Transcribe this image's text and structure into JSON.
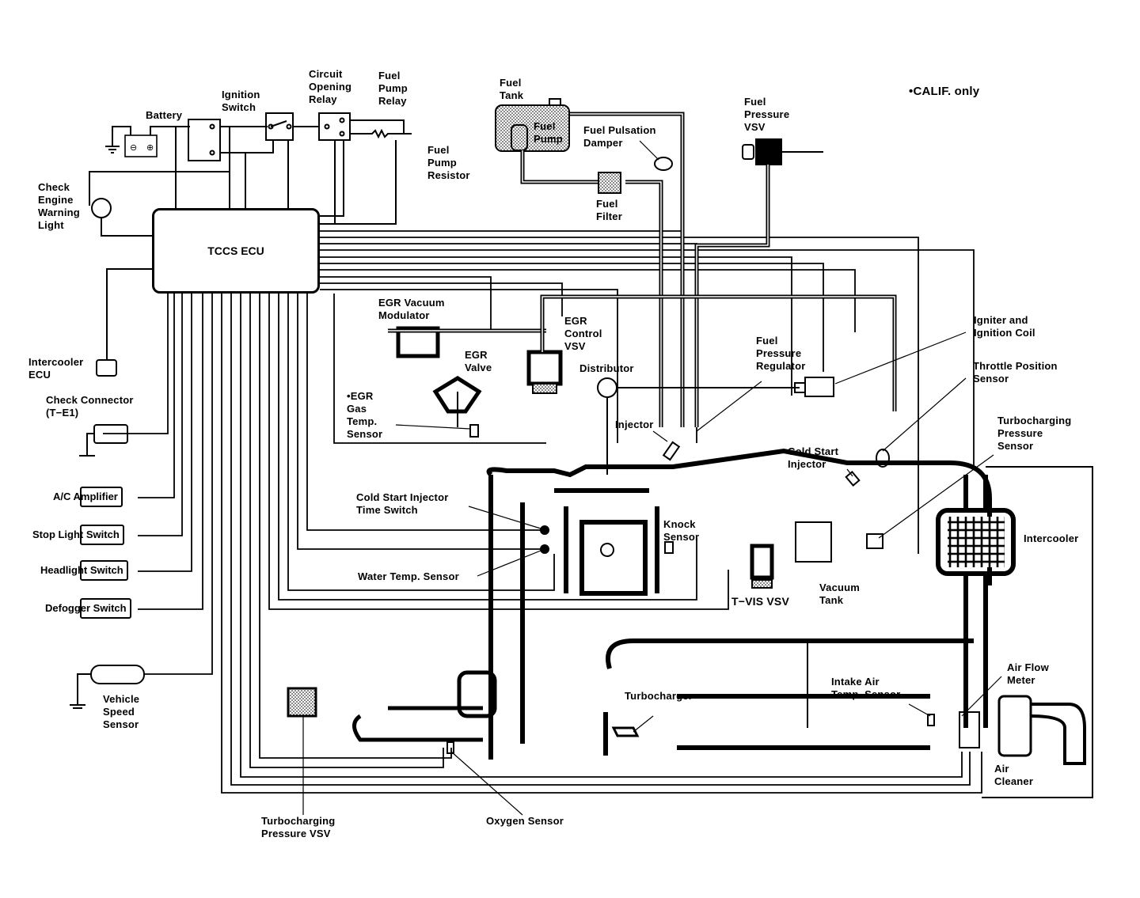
{
  "diagram": {
    "title": "TCCS Engine Control System Diagram",
    "note": "•CALIF. only",
    "ecu": {
      "label": "TCCS ECU"
    },
    "power_circuit": {
      "battery": "Battery",
      "ignition_switch": "Ignition\nSwitch",
      "circuit_opening_relay": "Circuit\nOpening\nRelay",
      "fuel_pump_relay": "Fuel\nPump\nRelay",
      "fuel_pump_resistor": "Fuel\nPump\nResistor",
      "check_engine_light": "Check\nEngine\nWarning\nLight"
    },
    "fuel_system": {
      "fuel_tank": "Fuel\nTank",
      "fuel_pump": "Fuel\nPump",
      "fuel_pulsation_damper": "Fuel Pulsation\nDamper",
      "fuel_filter": "Fuel\nFilter",
      "fuel_pressure_vsv": "Fuel\nPressure\nVSV",
      "fuel_pressure_regulator": "Fuel\nPressure\nRegulator",
      "injector": "Injector",
      "cold_start_injector": "Cold Start\nInjector"
    },
    "inputs_left": {
      "intercooler_ecu": "Intercooler\nECU",
      "check_connector": "Check Connector\n(T−E1)",
      "switches": [
        {
          "label": "A/C Amplifier"
        },
        {
          "label": "Stop Light Switch"
        },
        {
          "label": "Headlight Switch"
        },
        {
          "label": "Defogger Switch"
        }
      ],
      "vehicle_speed_sensor": "Vehicle\nSpeed\nSensor"
    },
    "engine_components": {
      "egr_vacuum_modulator": "EGR Vacuum\nModulator",
      "egr_control_vsv": "EGR\nControl\nVSV",
      "egr_valve": "EGR\nValve",
      "egr_gas_temp_sensor": "•EGR\nGas\nTemp.\nSensor",
      "distributor": "Distributor",
      "cold_start_injector_time_switch": "Cold Start Injector\nTime Switch",
      "water_temp_sensor": "Water Temp. Sensor",
      "knock_sensor": "Knock\nSensor",
      "t_vis_vsv": "T−VIS VSV",
      "vacuum_tank": "Vacuum\nTank",
      "igniter_and_coil": "Igniter and\nIgnition Coil",
      "throttle_position_sensor": "Throttle Position\nSensor",
      "turbocharging_pressure_sensor": "Turbocharging\nPressure\nSensor",
      "intercooler": "Intercooler",
      "turbocharger": "Turbocharger",
      "intake_air_temp_sensor": "Intake Air\nTemp. Sensor",
      "air_flow_meter": "Air Flow\nMeter",
      "air_cleaner": "Air\nCleaner",
      "turbocharging_pressure_vsv": "Turbocharging\nPressure VSV",
      "oxygen_sensor": "Oxygen Sensor"
    }
  }
}
